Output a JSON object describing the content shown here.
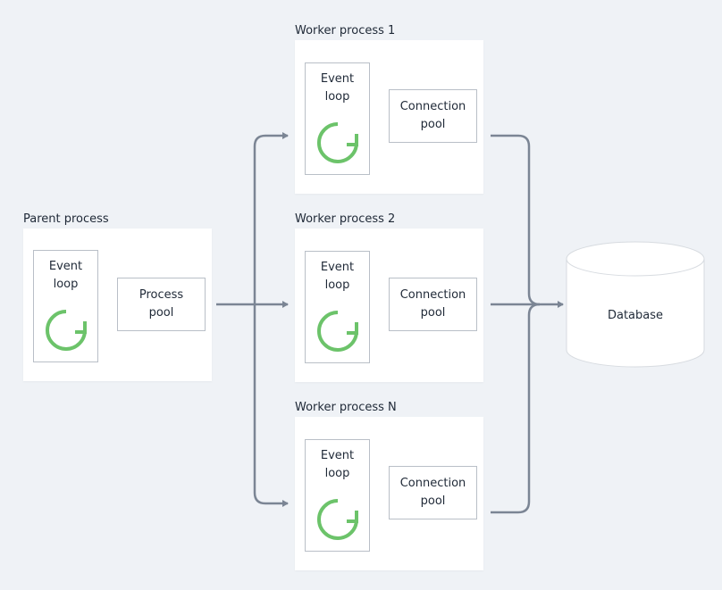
{
  "parent": {
    "title": "Parent process",
    "event_loop": [
      "Event",
      "loop"
    ],
    "pool": [
      "Process",
      "pool"
    ]
  },
  "workers": [
    {
      "title": "Worker process 1",
      "event_loop": [
        "Event",
        "loop"
      ],
      "pool": [
        "Connection",
        "pool"
      ]
    },
    {
      "title": "Worker process 2",
      "event_loop": [
        "Event",
        "loop"
      ],
      "pool": [
        "Connection",
        "pool"
      ]
    },
    {
      "title": "Worker process N",
      "event_loop": [
        "Event",
        "loop"
      ],
      "pool": [
        "Connection",
        "pool"
      ]
    }
  ],
  "database": {
    "label": "Database"
  },
  "colors": {
    "loop_icon": "#6cc36a",
    "connector": "#7b8594",
    "background": "#eff2f6"
  },
  "icons": {
    "loop": "refresh-cycle-icon",
    "database": "cylinder-database-icon"
  }
}
